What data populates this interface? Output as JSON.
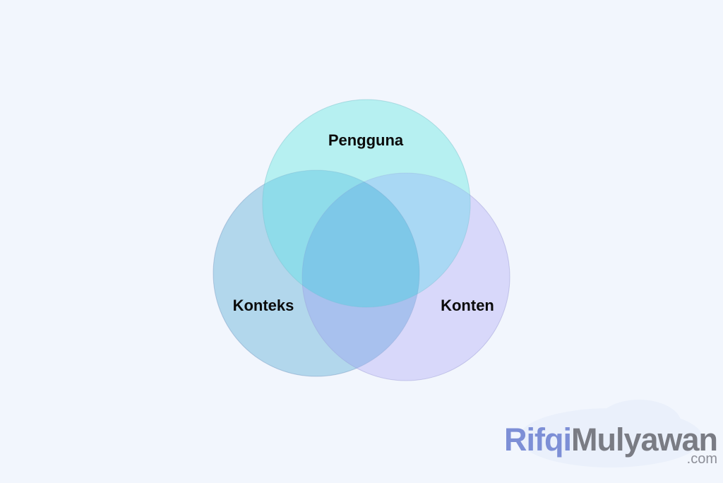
{
  "diagram": {
    "type": "venn",
    "sets": [
      {
        "label": "Pengguna",
        "color": "#b6f0f1"
      },
      {
        "label": "Konteks",
        "color": "#b2d7ec"
      },
      {
        "label": "Konten",
        "color": "#d8d8fa"
      }
    ],
    "overlap_colors": {
      "pengguna_konteks": "#8fdcea",
      "pengguna_konten": "#a9d8f4",
      "konteks_konten": "#a8c1ee",
      "center": "#7ec8e8"
    }
  },
  "watermark": {
    "name_part1": "Rifqi",
    "name_part2": "Mulyawan",
    "domain": ".com",
    "color_part1": "#7d8fd6",
    "color_part2": "#7a7c84"
  }
}
